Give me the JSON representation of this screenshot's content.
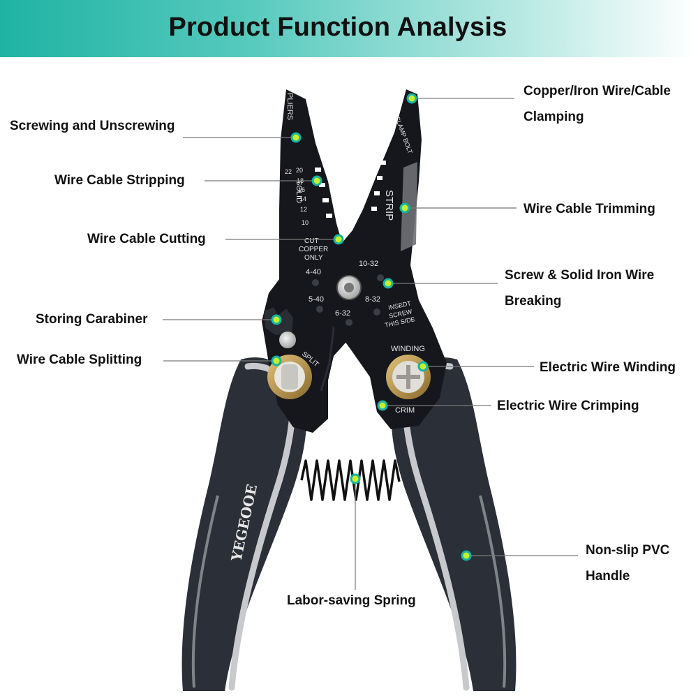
{
  "header": {
    "title": "Product Function Analysis"
  },
  "brand": {
    "logo_text": "YEGEOOE"
  },
  "tool_markings": {
    "pliers": "PLIERS",
    "clamp_bolt": "CLAMP BOLT",
    "strip": "STRIP",
    "solid": "SOLID",
    "gauges": [
      "22",
      "20",
      "18",
      "16",
      "14",
      "12",
      "10"
    ],
    "cut_copper_only": [
      "CUT",
      "COPPER",
      "ONLY"
    ],
    "screw_sizes": [
      "4-40",
      "10-32",
      "5-40",
      "8-32",
      "6-32"
    ],
    "insert_screw": [
      "INSEDT",
      "SCREW",
      "THIS SIDE"
    ],
    "split": "SPLIT",
    "winding": "WINDING",
    "crimp": "CRIM"
  },
  "colors": {
    "accent": "#1fb3a3",
    "dot_fill": "#c8f02a",
    "dot_ring": "#17b4a4",
    "tool_body": "#15171c",
    "handle_body": "#2b2f37",
    "handle_trim": "#c7c9cc",
    "brass": "#b8924a"
  },
  "callouts": {
    "copper_clamp": {
      "line1": "Copper/Iron Wire/Cable",
      "line2": "Clamping"
    },
    "screwing": {
      "text": "Screwing and Unscrewing"
    },
    "stripping": {
      "text": "Wire Cable Stripping"
    },
    "trimming": {
      "text": "Wire Cable Trimming"
    },
    "cutting": {
      "text": "Wire Cable Cutting"
    },
    "screw_breaking": {
      "line1": "Screw & Solid Iron Wire",
      "line2": "Breaking"
    },
    "carabiner": {
      "text": "Storing Carabiner"
    },
    "splitting": {
      "text": "Wire Cable Splitting"
    },
    "winding": {
      "text": "Electric Wire Winding"
    },
    "crimping": {
      "text": "Electric Wire Crimping"
    },
    "handle": {
      "line1": "Non-slip PVC",
      "line2": "Handle"
    },
    "spring": {
      "text": "Labor-saving Spring"
    }
  }
}
